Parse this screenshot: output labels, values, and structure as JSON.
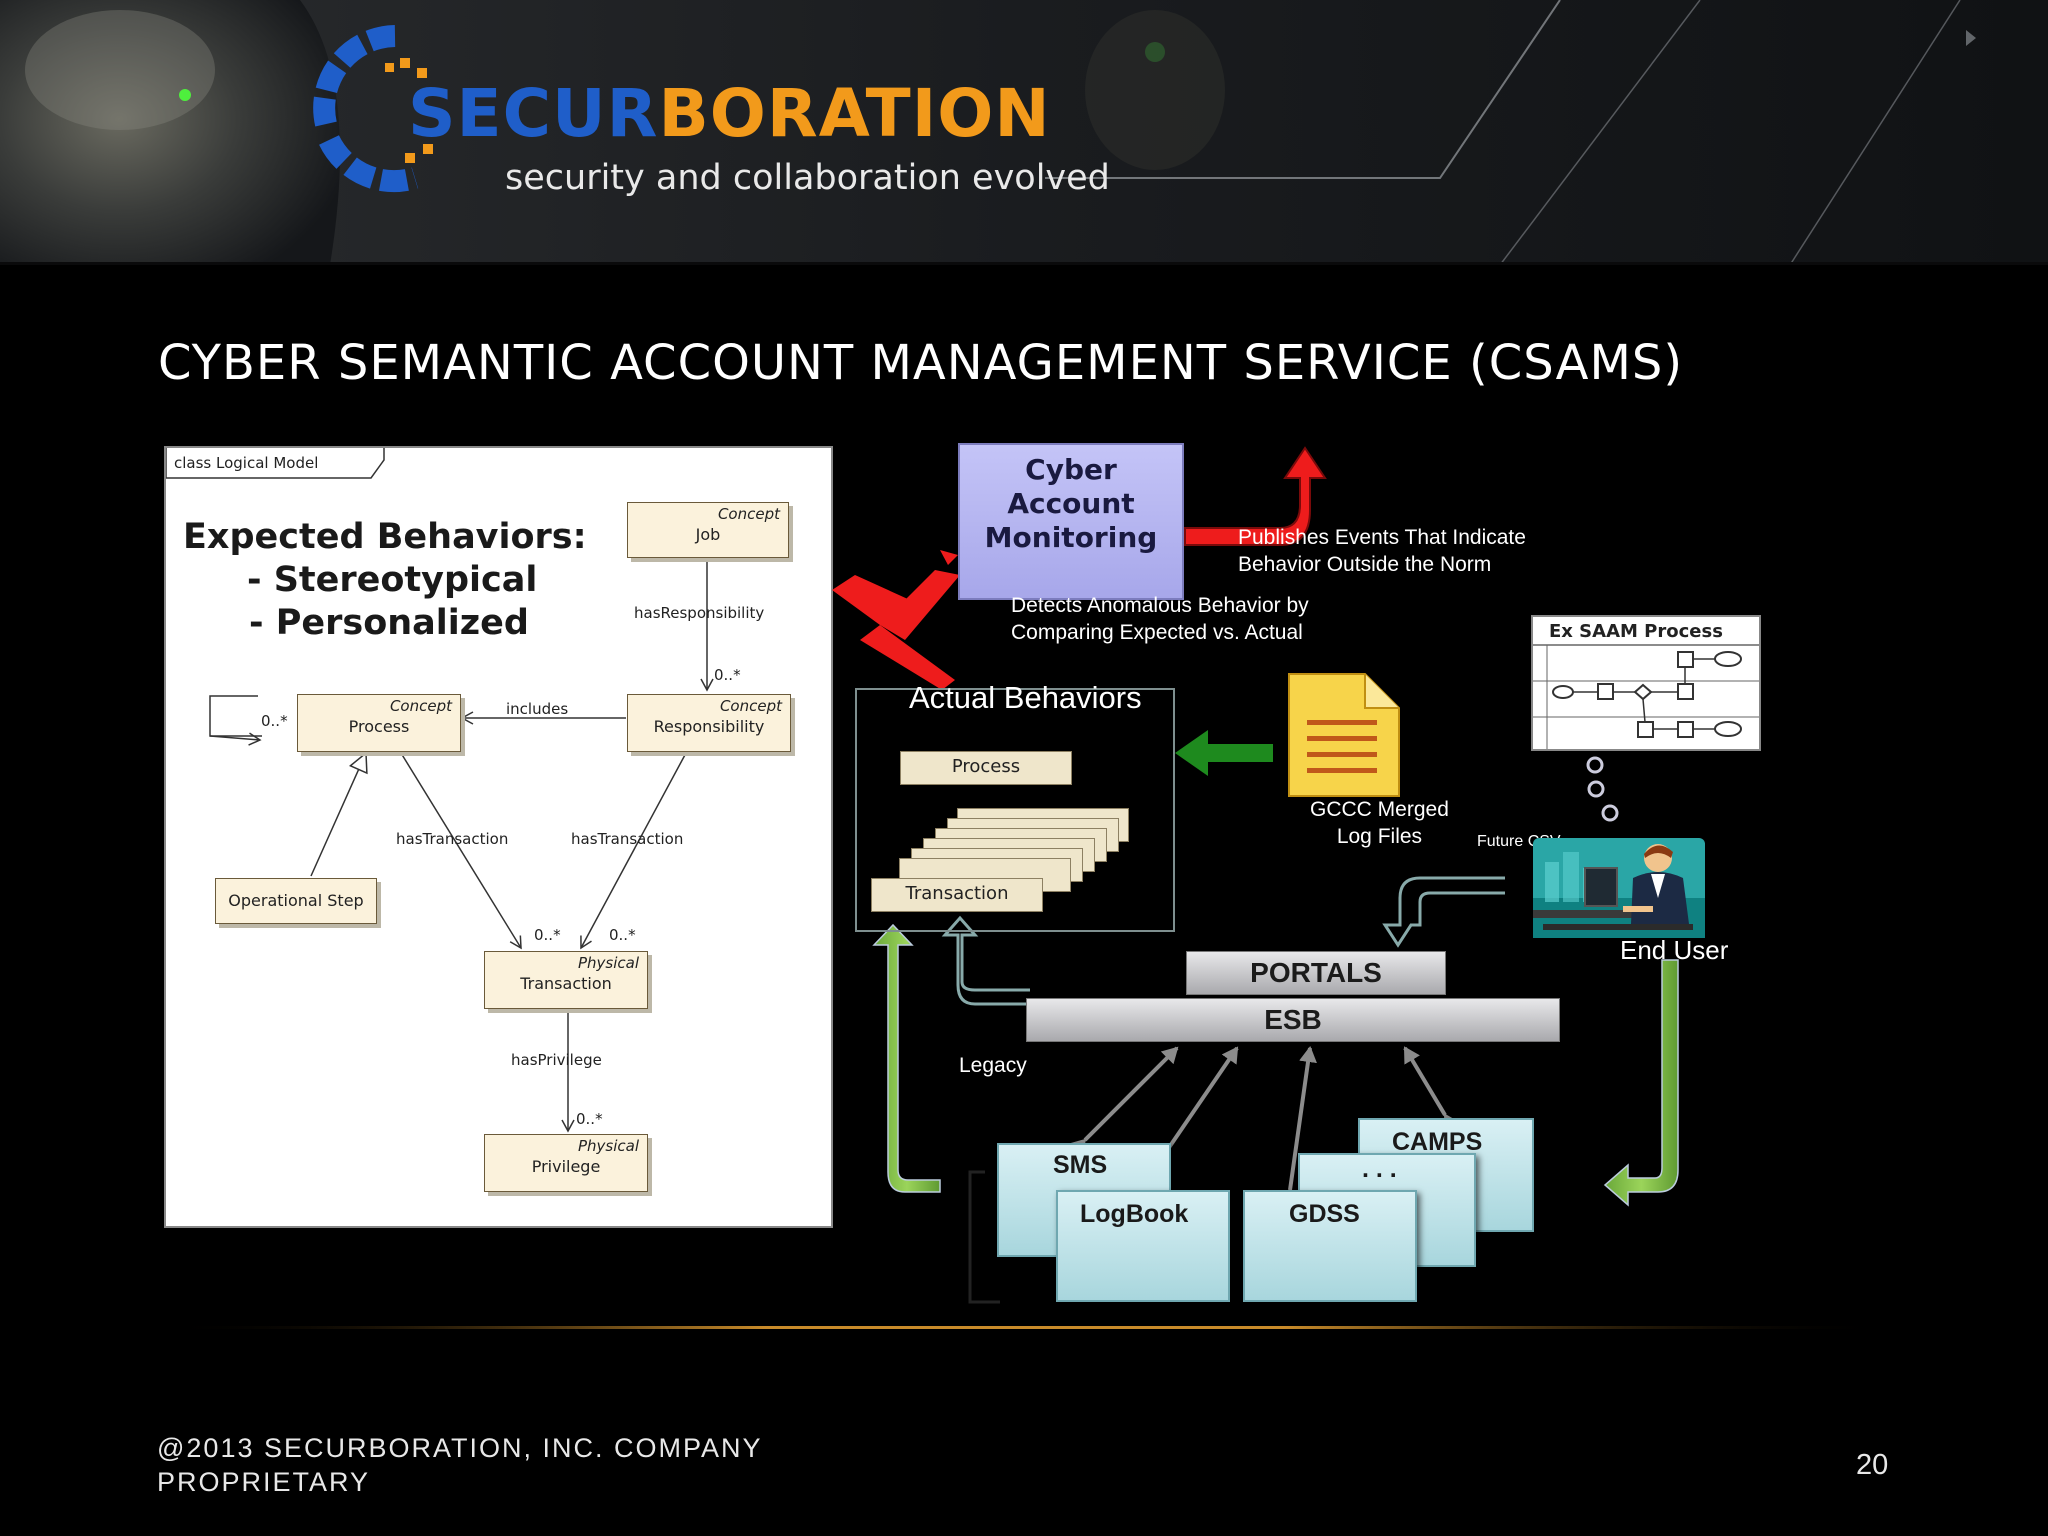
{
  "header": {
    "logo_name": "SECURBORATION",
    "logo_part1": "SECUR",
    "logo_part2": "BORATION",
    "tagline": "security and collaboration evolved",
    "brand_blue": "#1f5ec9",
    "brand_orange": "#f29a1b"
  },
  "slide": {
    "title": "CYBER SEMANTIC ACCOUNT MANAGEMENT SERVICE (CSAMS)",
    "footer_line1": "@2013 SECURBORATION, INC.   COMPANY",
    "footer_line2": "PROPRIETARY",
    "page_number": "20"
  },
  "uml": {
    "frame_label": "class Logical Model",
    "heading": "Expected Behaviors:",
    "bullets": [
      "- Stereotypical",
      "- Personalized"
    ],
    "classes": {
      "job": {
        "stereotype": "Concept",
        "name": "Job"
      },
      "process": {
        "stereotype": "Concept",
        "name": "Process"
      },
      "responsibility": {
        "stereotype": "Concept",
        "name": "Responsibility"
      },
      "operational_step": {
        "name": "Operational Step"
      },
      "transaction": {
        "stereotype": "Physical",
        "name": "Transaction"
      },
      "privilege": {
        "stereotype": "Physical",
        "name": "Privilege"
      }
    },
    "relations": {
      "has_responsibility": "hasResponsibility",
      "includes": "includes",
      "has_transaction_left": "hasTransaction",
      "has_transaction_right": "hasTransaction",
      "has_privilege": "hasPrivilege"
    },
    "multiplicities": {
      "self": "0..*",
      "responsibility": "0..*",
      "transaction_left": "0..*",
      "transaction_right": "0..*",
      "privilege": "0..*"
    }
  },
  "flow": {
    "cyber_monitoring": [
      "Cyber",
      "Account",
      "Monitoring"
    ],
    "publishes": [
      "Publishes Events That Indicate",
      "Behavior Outside the Norm"
    ],
    "detects": [
      "Detects Anomalous Behavior by",
      "Comparing Expected vs. Actual"
    ],
    "actual_behaviors": "Actual Behaviors",
    "actual_process": "Process",
    "actual_transaction": "Transaction",
    "log_files": [
      "GCCC Merged",
      "Log Files"
    ],
    "future_csv": "Future CSV",
    "saam_title": "Ex SAAM Process",
    "end_user": "End User",
    "portals": "PORTALS",
    "esb": "ESB",
    "legacy": "Legacy",
    "systems": {
      "sms": "SMS",
      "logbook": "LogBook",
      "gdss": "GDSS",
      "camps": "CAMPS",
      "ellipsis": ". . ."
    }
  }
}
